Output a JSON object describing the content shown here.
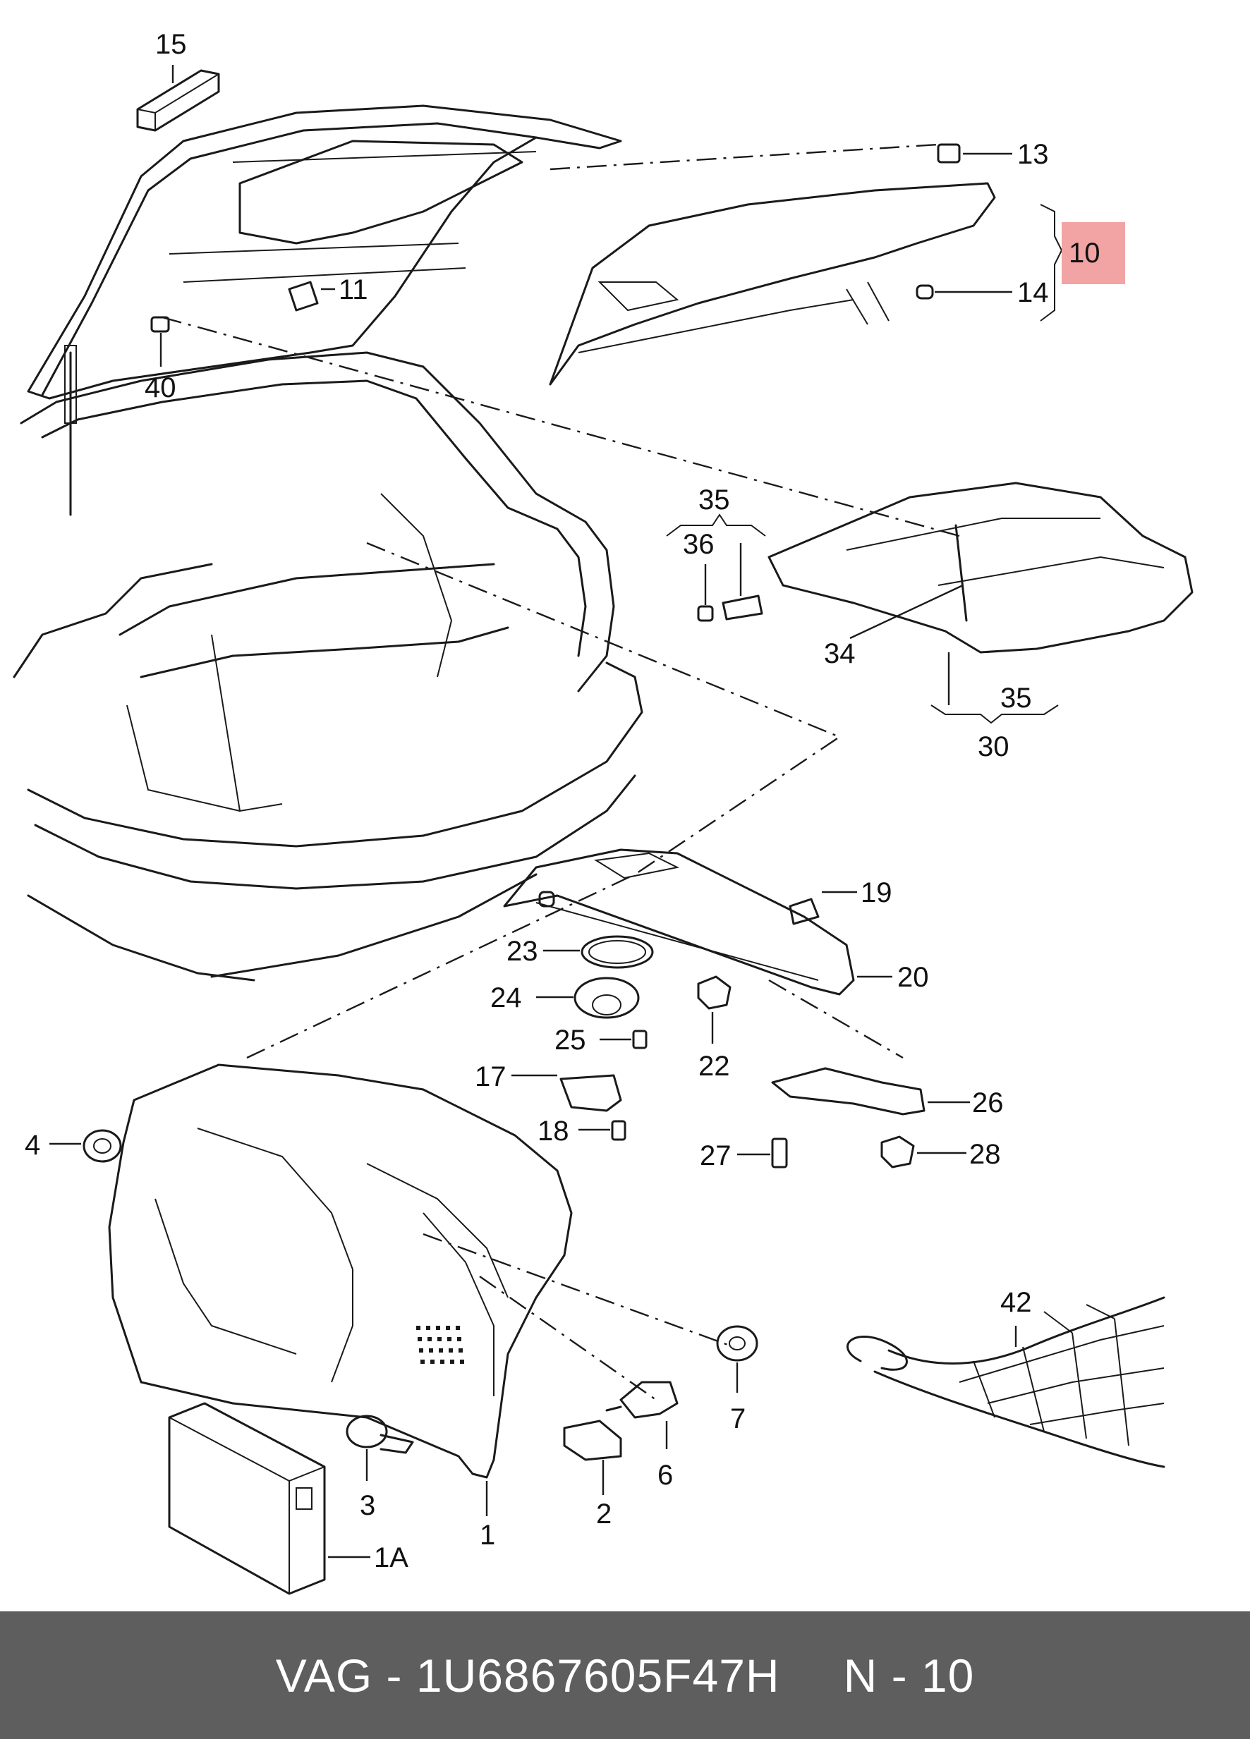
{
  "footer": {
    "brand": "VAG",
    "separator": "-",
    "part_number": "1U6867605F47H",
    "page_ref": "N - 10"
  },
  "highlight_color": "#f2a3a3",
  "labels": {
    "p1": "1",
    "p1a": "1A",
    "p2": "2",
    "p3": "3",
    "p4": "4",
    "p6": "6",
    "p7": "7",
    "p10": "10",
    "p11": "11",
    "p13": "13",
    "p14": "14",
    "p15": "15",
    "p17": "17",
    "p18": "18",
    "p19": "19",
    "p20": "20",
    "p22": "22",
    "p23": "23",
    "p24": "24",
    "p25": "25",
    "p26": "26",
    "p27": "27",
    "p28": "28",
    "p30": "30",
    "p34": "34",
    "p35a": "35",
    "p35b": "35",
    "p36": "36",
    "p40": "40",
    "p42": "42"
  }
}
